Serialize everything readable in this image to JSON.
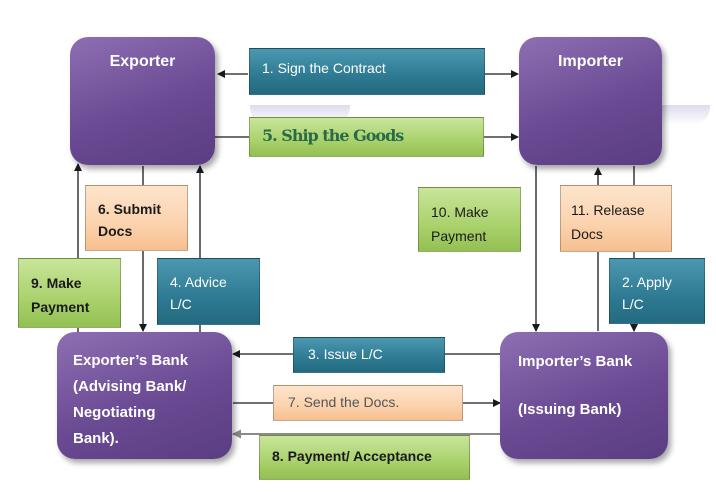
{
  "nodes": {
    "exporter": "Exporter",
    "importer": "Importer",
    "exporters_bank": [
      "Exporter’s Bank",
      "(Advising Bank/",
      "Negotiating",
      "Bank)."
    ],
    "importers_bank": [
      "Importer’s Bank",
      "",
      "(Issuing Bank)"
    ]
  },
  "steps": {
    "s1": "1. Sign the Contract",
    "s2": [
      "2. Apply",
      "L/C"
    ],
    "s3": "3. Issue L/C",
    "s4": [
      "4. Advice",
      "L/C"
    ],
    "s5": "5. Ship the Goods",
    "s6": [
      "6. Submit",
      "Docs"
    ],
    "s7": "7. Send the Docs.",
    "s8": "8. Payment/ Acceptance",
    "s9": [
      "9. Make",
      "Payment"
    ],
    "s10": [
      "10. Make",
      "Payment"
    ],
    "s11": [
      "11. Release",
      "Docs"
    ]
  },
  "colors": {
    "node_purple": "#6a4a93",
    "teal": "#2d7a92",
    "green": "#a9d16c",
    "peach": "#fbd2ad"
  }
}
